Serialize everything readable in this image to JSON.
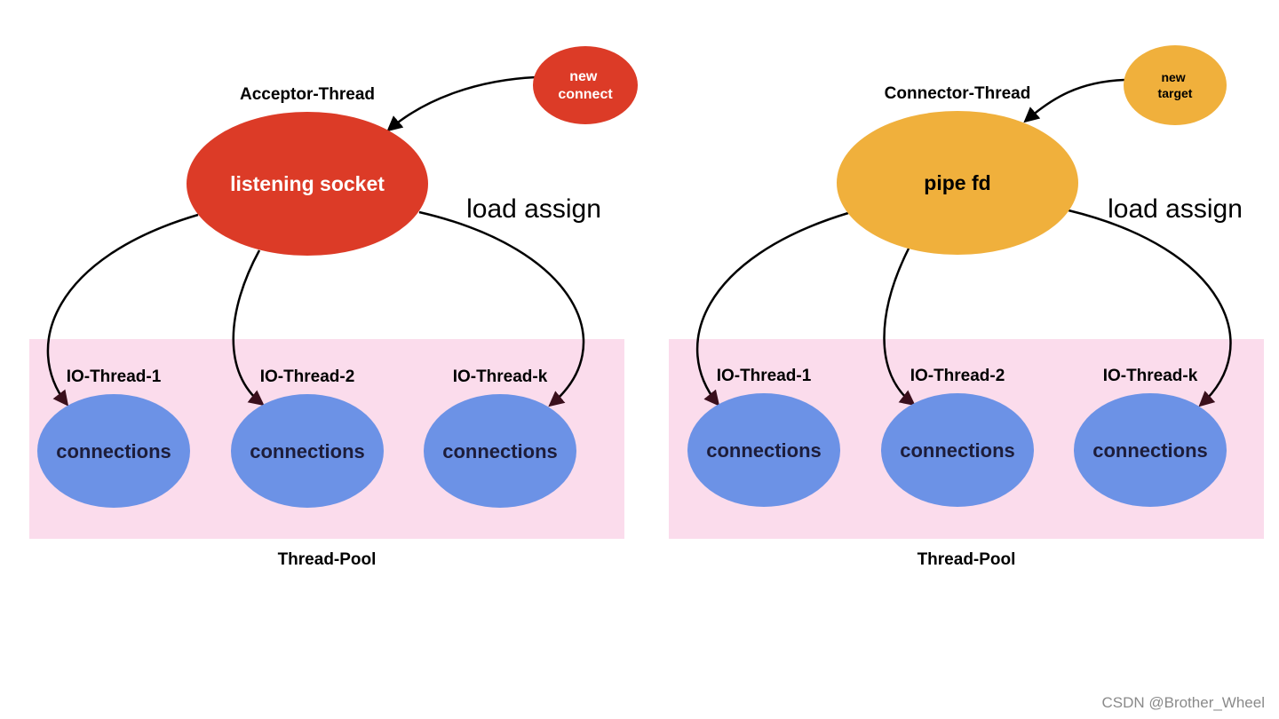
{
  "colors": {
    "acceptor": "#dc3b27",
    "connector": "#f0b03c",
    "connections": "#6c92e6",
    "pool_bg": "#fbdcec",
    "arrow": "#000000",
    "arrow_head_pool": "#3a0f1c"
  },
  "left": {
    "new_node": "new\nconnect",
    "thread_label": "Acceptor-Thread",
    "main_node": "listening socket",
    "assign_label": "load assign",
    "workers": [
      {
        "label": "IO-Thread-1",
        "node": "connections"
      },
      {
        "label": "IO-Thread-2",
        "node": "connections"
      },
      {
        "label": "IO-Thread-k",
        "node": "connections"
      }
    ],
    "pool_label": "Thread-Pool"
  },
  "right": {
    "new_node": "new\ntarget",
    "thread_label": "Connector-Thread",
    "main_node": "pipe fd",
    "assign_label": "load assign",
    "workers": [
      {
        "label": "IO-Thread-1",
        "node": "connections"
      },
      {
        "label": "IO-Thread-2",
        "node": "connections"
      },
      {
        "label": "IO-Thread-k",
        "node": "connections"
      }
    ],
    "pool_label": "Thread-Pool"
  },
  "watermark": "CSDN @Brother_Wheel"
}
